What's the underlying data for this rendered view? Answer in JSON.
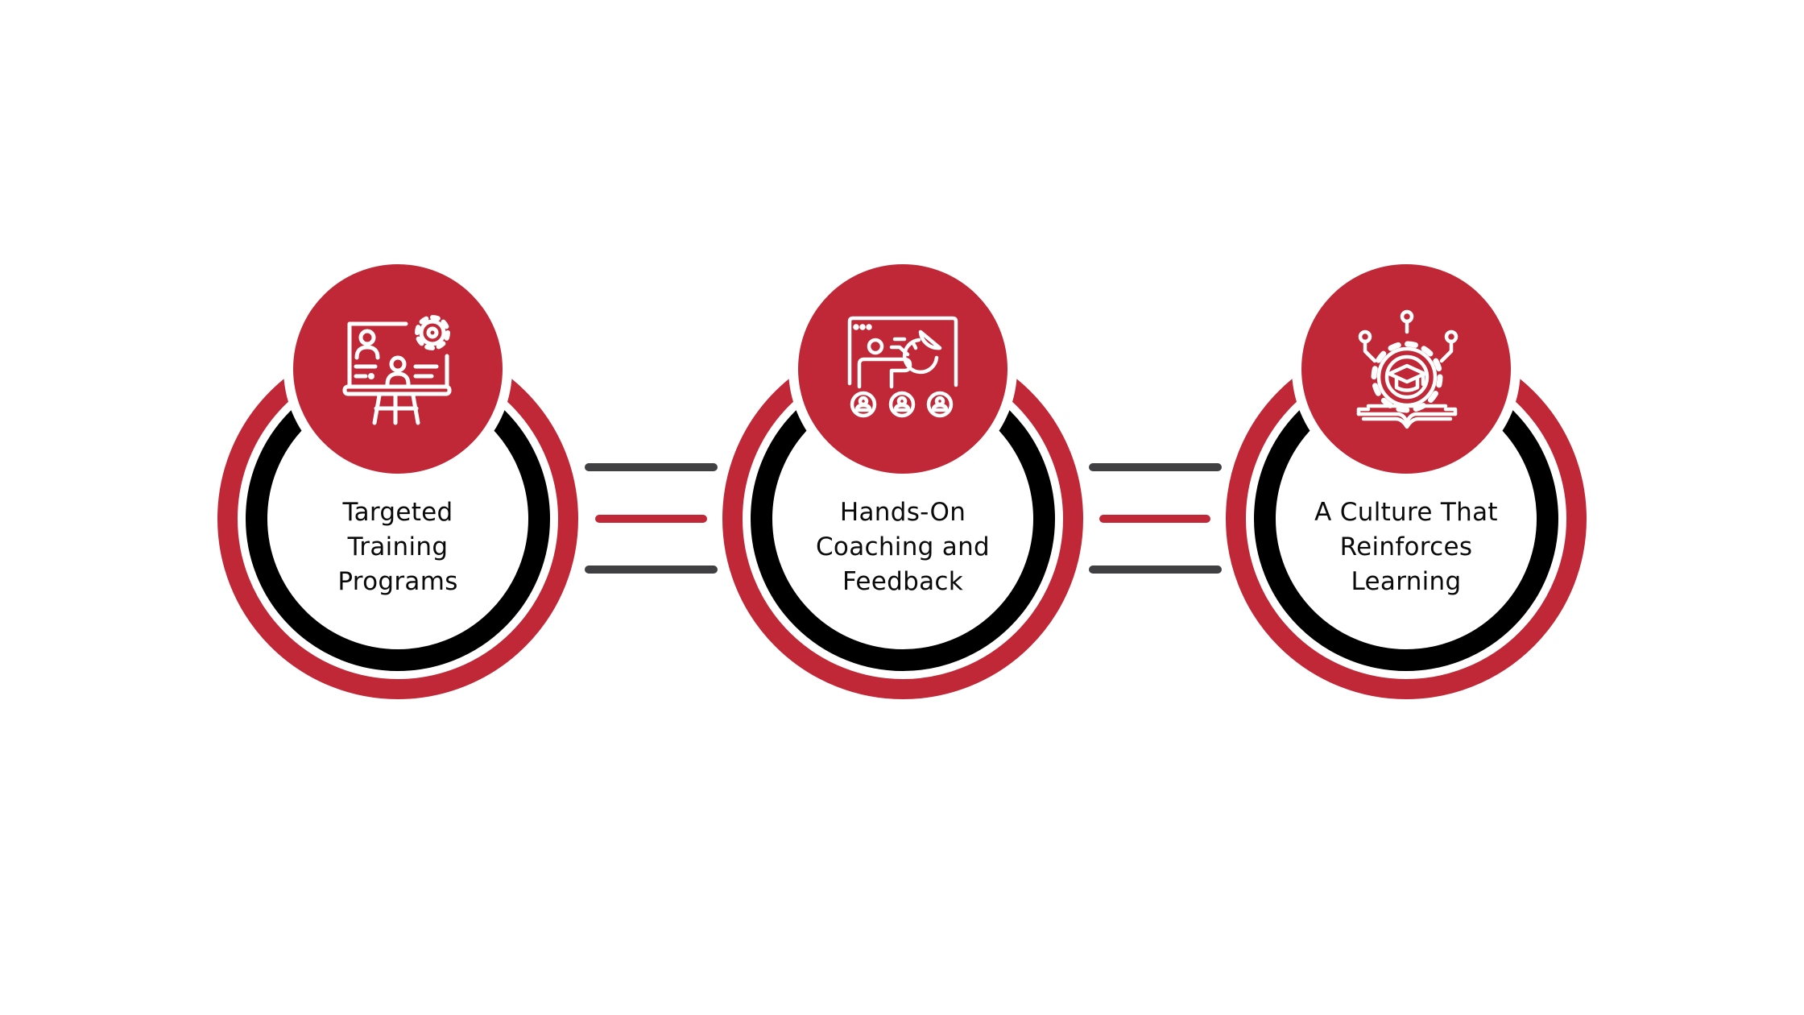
{
  "diagram": {
    "type": "process-flow",
    "colors": {
      "accent_red": "#c02837",
      "ring_black": "#000000",
      "connector_gray": "#404042",
      "icon_stroke": "#ffffff",
      "background": "#ffffff",
      "text": "#0a0a0a"
    },
    "steps": [
      {
        "id": 1,
        "icon": "presentation-board-gear-icon",
        "label_lines": [
          "Targeted",
          "Training",
          "Programs"
        ]
      },
      {
        "id": 2,
        "icon": "coaching-presenter-audience-icon",
        "label_lines": [
          "Hands-On",
          "Coaching and",
          "Feedback"
        ]
      },
      {
        "id": 3,
        "icon": "gear-graduation-cap-book-icon",
        "label_lines": [
          "A Culture That",
          "Reinforces",
          "Learning"
        ]
      }
    ],
    "connectors": [
      {
        "from": 1,
        "to": 2,
        "lines": [
          "gray",
          "red",
          "gray"
        ]
      },
      {
        "from": 2,
        "to": 3,
        "lines": [
          "gray",
          "red",
          "gray"
        ]
      }
    ]
  }
}
